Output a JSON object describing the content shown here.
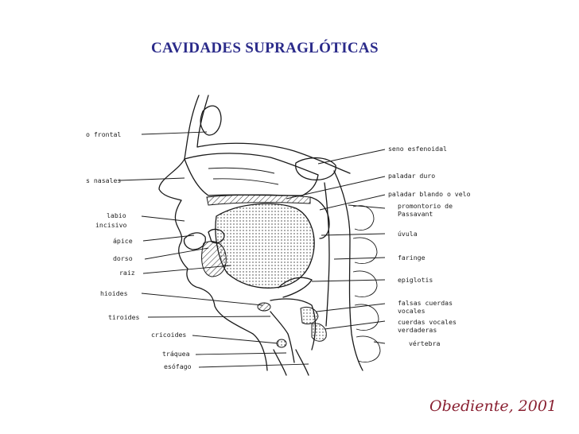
{
  "slide": {
    "title": "CAVIDADES SUPRAGLÓTICAS",
    "credit": "Obediente, 2001",
    "title_color": "#2b2b8a",
    "credit_color": "#8a2233"
  },
  "diagram": {
    "labels_left": [
      {
        "id": "frontal",
        "text": "o frontal"
      },
      {
        "id": "nasales",
        "text": "s nasales"
      },
      {
        "id": "labio",
        "text": "labio"
      },
      {
        "id": "incisivo",
        "text": "incisivo"
      },
      {
        "id": "apice",
        "text": "ápice"
      },
      {
        "id": "dorso",
        "text": "dorso"
      },
      {
        "id": "raiz",
        "text": "raiz"
      },
      {
        "id": "hioides",
        "text": "hioides"
      },
      {
        "id": "tiroides",
        "text": "tiroides"
      },
      {
        "id": "cricoides",
        "text": "cricoides"
      },
      {
        "id": "traquea",
        "text": "tráquea"
      },
      {
        "id": "esofago",
        "text": "esófago"
      }
    ],
    "labels_right": [
      {
        "id": "seno",
        "text": "seno esfenoidal"
      },
      {
        "id": "paladar-duro",
        "text": "paladar duro"
      },
      {
        "id": "paladar-blando",
        "text": "paladar blando o velo"
      },
      {
        "id": "promontorio",
        "text": "promontorio de"
      },
      {
        "id": "passavant",
        "text": "Passavant"
      },
      {
        "id": "uvula",
        "text": "úvula"
      },
      {
        "id": "faringe",
        "text": "faringe"
      },
      {
        "id": "epiglotis",
        "text": "epiglotis"
      },
      {
        "id": "falsas",
        "text": "falsas cuerdas"
      },
      {
        "id": "vocales1",
        "text": "vocales"
      },
      {
        "id": "cuerdas",
        "text": "cuerdas vocales"
      },
      {
        "id": "verdaderas",
        "text": "verdaderas"
      },
      {
        "id": "vertebra",
        "text": "vértebra"
      }
    ]
  }
}
